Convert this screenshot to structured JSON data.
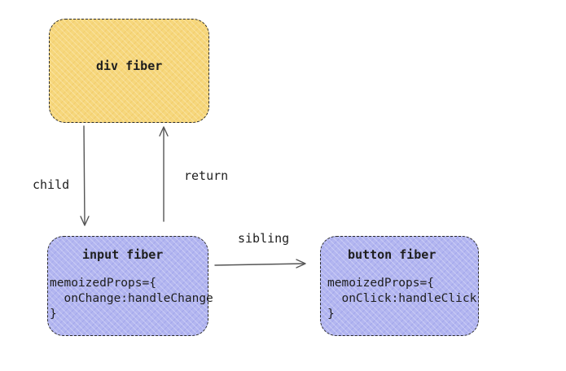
{
  "nodes": {
    "div": {
      "title": "div fiber",
      "color": "#f6d77c"
    },
    "input": {
      "title": "input fiber",
      "code": "memoizedProps={\n  onChange:handleChange\n}",
      "color": "#b3b6f0"
    },
    "button": {
      "title": "button fiber",
      "code": "memoizedProps={\n  onClick:handleClick\n}",
      "color": "#b3b6f0"
    }
  },
  "edges": {
    "child": {
      "label": "child",
      "from": "div fiber",
      "to": "input fiber"
    },
    "return": {
      "label": "return",
      "from": "input fiber",
      "to": "div fiber"
    },
    "sibling": {
      "label": "sibling",
      "from": "input fiber",
      "to": "button fiber"
    }
  }
}
